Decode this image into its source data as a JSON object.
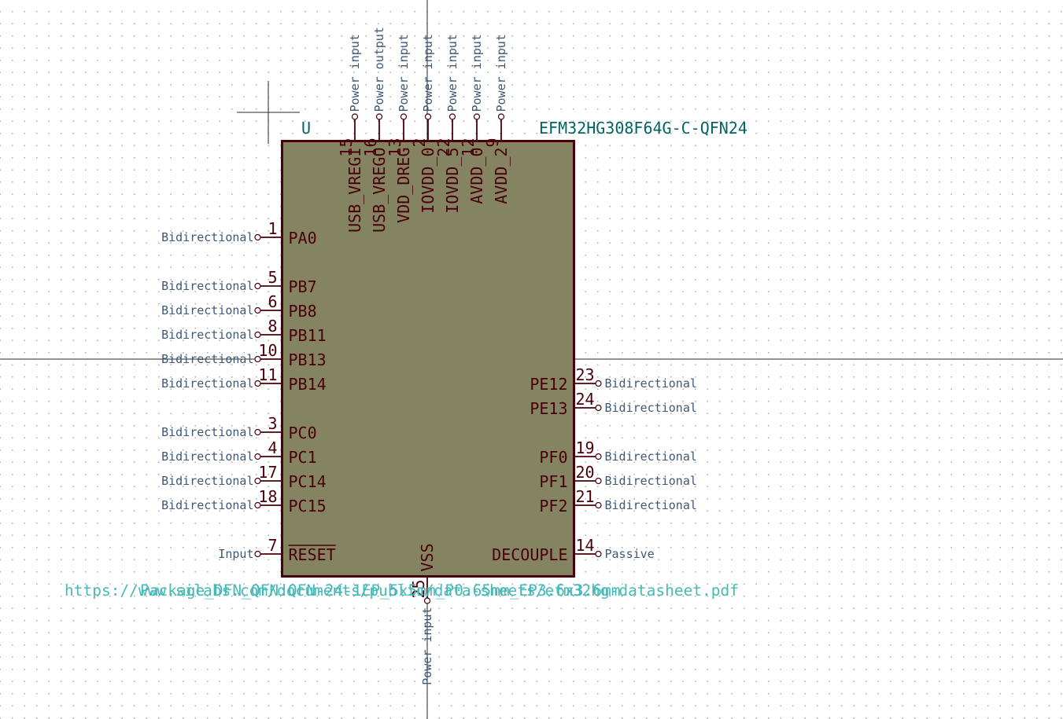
{
  "colors": {
    "body_fill": "#848462",
    "body_outline": "#4a0008",
    "pin_line": "#4a0008",
    "pin_text": "#4a0008",
    "electrical_type": "#3e5878",
    "reference": "#006464",
    "value": "#006464",
    "fields": "#48b8b8",
    "crosshair": "#2a2a2a"
  },
  "symbol": {
    "reference": "U",
    "value": "EFM32HG308F64G-C-QFN24",
    "footprint": "Package_DFN_QFN:QFN-24-1EP_5x5mm_P0.65mm_EP3.6x3.6mm",
    "datasheet": "https://www.silabs.com/documents/public/data-sheets/efm32hg-datasheet.pdf"
  },
  "icons": {
    "pin_end": "circle-icon",
    "cursor": "crosshair-icon"
  },
  "pins": {
    "top": [
      {
        "num": "15",
        "name": "USB_VREGI",
        "etype": "Power input"
      },
      {
        "num": "16",
        "name": "USB_VREGO",
        "etype": "Power output"
      },
      {
        "num": "13",
        "name": "VDD_DREG",
        "etype": "Power input"
      },
      {
        "num": "2",
        "name": "IOVDD_0",
        "etype": "Power input"
      },
      {
        "num": "22",
        "name": "IOVDD_5",
        "etype": "Power input"
      },
      {
        "num": "12",
        "name": "AVDD_0",
        "etype": "Power input"
      },
      {
        "num": "9",
        "name": "AVDD_2",
        "etype": "Power input"
      }
    ],
    "left": [
      {
        "num": "1",
        "name": "PA0",
        "etype": "Bidirectional",
        "row": 0
      },
      {
        "num": "5",
        "name": "PB7",
        "etype": "Bidirectional",
        "row": 2
      },
      {
        "num": "6",
        "name": "PB8",
        "etype": "Bidirectional",
        "row": 3
      },
      {
        "num": "8",
        "name": "PB11",
        "etype": "Bidirectional",
        "row": 4
      },
      {
        "num": "10",
        "name": "PB13",
        "etype": "Bidirectional",
        "row": 5
      },
      {
        "num": "11",
        "name": "PB14",
        "etype": "Bidirectional",
        "row": 6
      },
      {
        "num": "3",
        "name": "PC0",
        "etype": "Bidirectional",
        "row": 8
      },
      {
        "num": "4",
        "name": "PC1",
        "etype": "Bidirectional",
        "row": 9
      },
      {
        "num": "17",
        "name": "PC14",
        "etype": "Bidirectional",
        "row": 10
      },
      {
        "num": "18",
        "name": "PC15",
        "etype": "Bidirectional",
        "row": 11
      },
      {
        "num": "7",
        "name": "RESET",
        "etype": "Input",
        "row": 13,
        "overbar": true
      }
    ],
    "right": [
      {
        "num": "23",
        "name": "PE12",
        "etype": "Bidirectional",
        "row": 6
      },
      {
        "num": "24",
        "name": "PE13",
        "etype": "Bidirectional",
        "row": 7
      },
      {
        "num": "19",
        "name": "PF0",
        "etype": "Bidirectional",
        "row": 9
      },
      {
        "num": "20",
        "name": "PF1",
        "etype": "Bidirectional",
        "row": 10
      },
      {
        "num": "21",
        "name": "PF2",
        "etype": "Bidirectional",
        "row": 11
      },
      {
        "num": "14",
        "name": "DECOUPLE",
        "etype": "Passive",
        "row": 13
      }
    ],
    "bottom": [
      {
        "num": "25",
        "name": "VSS",
        "etype": "Power input"
      }
    ]
  }
}
